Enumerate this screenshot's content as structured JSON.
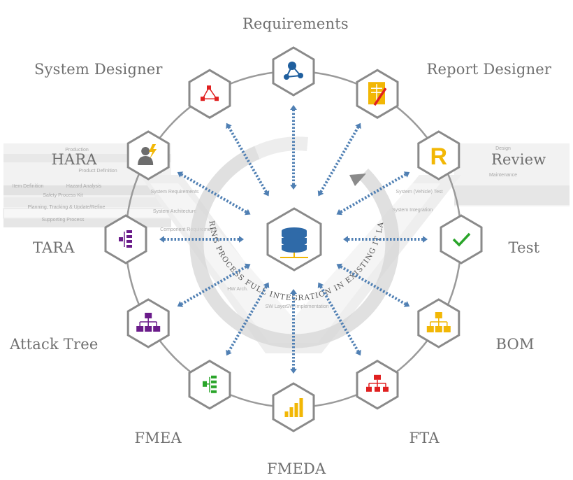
{
  "diagram": {
    "nodes": [
      {
        "key": "requirements",
        "label": "Requirements",
        "icon": "network-graph-icon"
      },
      {
        "key": "report-designer",
        "label": "Report Designer",
        "icon": "document-pencil-icon"
      },
      {
        "key": "review",
        "label": "Review",
        "icon": "letter-r-icon"
      },
      {
        "key": "test",
        "label": "Test",
        "icon": "checkmark-icon"
      },
      {
        "key": "bom",
        "label": "BOM",
        "icon": "cube-hierarchy-icon"
      },
      {
        "key": "fta",
        "label": "FTA",
        "icon": "fault-tree-icon"
      },
      {
        "key": "fmeda",
        "label": "FMEDA",
        "icon": "bar-chart-icon"
      },
      {
        "key": "fmea",
        "label": "FMEA",
        "icon": "tree-structure-icon"
      },
      {
        "key": "attack-tree",
        "label": "Attack Tree",
        "icon": "hierarchy-icon"
      },
      {
        "key": "tara",
        "label": "TARA",
        "icon": "side-tree-icon"
      },
      {
        "key": "hara",
        "label": "HARA",
        "icon": "person-lightning-icon"
      },
      {
        "key": "system-designer",
        "label": "System Designer",
        "icon": "triangle-nodes-icon"
      }
    ],
    "center": {
      "icon": "database-icon"
    },
    "ring_text": "ENGINEERING PROCESS FULL INTEGRATION IN EXISTING IT LANDSCAPE",
    "background_text": [
      "Production",
      "Product Definition",
      "Item Definition",
      "Hazard Analysis",
      "Safety Process Kit",
      "Planning, Tracking & Update/Refine",
      "Supporting Process",
      "System Requirements",
      "System Architecture",
      "Component Requirements",
      "System (Vehicle) Test",
      "System Integration",
      "Maintenance",
      "Design",
      "SW Layer",
      "SW Implementation",
      "HW Arch."
    ],
    "colors": {
      "arrow": "#4f7fb3",
      "hex_stroke": "#8a8a8a",
      "label": "#6f6f6f",
      "blue": "#1f5f9e",
      "red": "#e02020",
      "yellow": "#f2b705",
      "green": "#2aa52a",
      "purple": "#6a1b8a",
      "gray": "#6d6d6d",
      "center_db": "#2f6aa8"
    }
  }
}
